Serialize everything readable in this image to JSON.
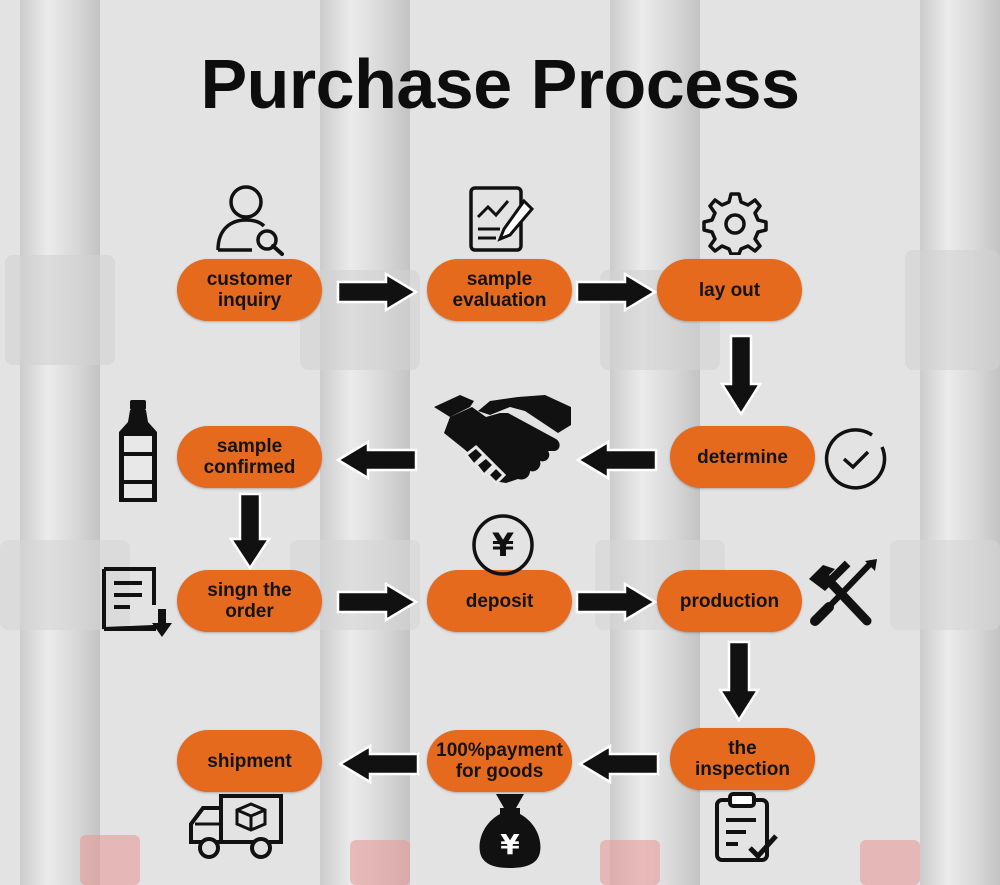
{
  "title": "Purchase Process",
  "accent_color": "#e56a1e",
  "steps": [
    {
      "label": "customer\ninquiry"
    },
    {
      "label": "sample\nevaluation"
    },
    {
      "label": "lay out"
    },
    {
      "label": "determine"
    },
    {
      "label": "sample\nconfirmed"
    },
    {
      "label": "singn the\norder"
    },
    {
      "label": "deposit"
    },
    {
      "label": "production"
    },
    {
      "label": "the\ninspection"
    },
    {
      "label": "100%payment\nfor goods"
    },
    {
      "label": "shipment"
    }
  ],
  "icons": {
    "user_search": "user-search-icon",
    "report": "report-edit-icon",
    "gear": "gear-icon",
    "check": "check-circle-icon",
    "handshake": "handshake-icon",
    "bottle": "bottle-icon",
    "yen": "yen-coin-icon",
    "order": "order-download-icon",
    "tools": "tools-icon",
    "clipboard": "clipboard-check-icon",
    "money_bag": "money-bag-icon",
    "truck": "delivery-truck-icon"
  },
  "yen_symbol": "¥"
}
